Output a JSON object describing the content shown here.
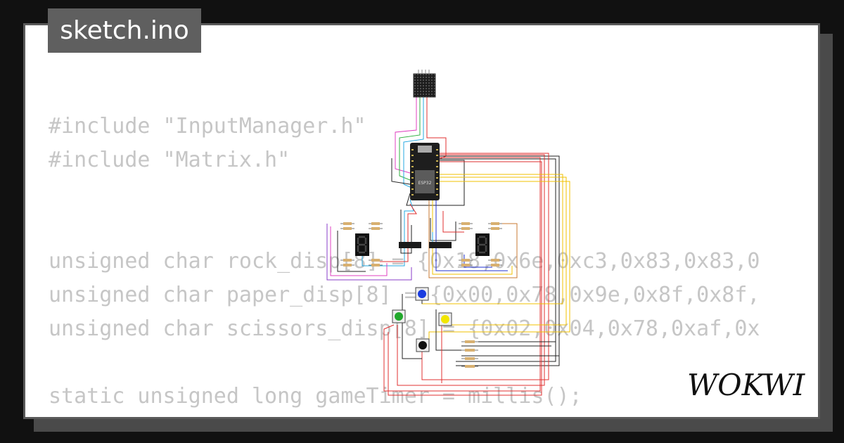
{
  "page": {
    "tab_title": "sketch.ino",
    "brand": "WOKWI"
  },
  "code_lines": [
    "#include \"InputManager.h\"",
    "#include \"Matrix.h\"",
    "",
    "",
    "unsigned char rock_disp[8] = {0x18,0x6e,0xc3,0x83,0x83,0",
    "unsigned char paper_disp[8] = {0x00,0x78,0x9e,0x8f,0x8f,",
    "unsigned char scissors_disp[8] = {0x02,0x04,0x78,0xaf,0x",
    "",
    "static unsigned long gameTimer = millis();"
  ],
  "circuit": {
    "chip_label": "ESP32",
    "parts": [
      "led-matrix",
      "esp32-board",
      "seven-segment-left",
      "seven-segment-right",
      "shift-register-left",
      "shift-register-right",
      "button-blue",
      "button-green",
      "button-yellow",
      "button-black",
      "resistors"
    ],
    "button_colors": {
      "blue": "#1a3de0",
      "green": "#22a82c",
      "yellow": "#f2e600",
      "black": "#111111"
    },
    "wire_colors": [
      "#e03030",
      "#222222",
      "#f0c000",
      "#8a3cc8",
      "#24a8e0",
      "#30b040",
      "#e040c0",
      "#2030d0",
      "#c87830"
    ]
  }
}
